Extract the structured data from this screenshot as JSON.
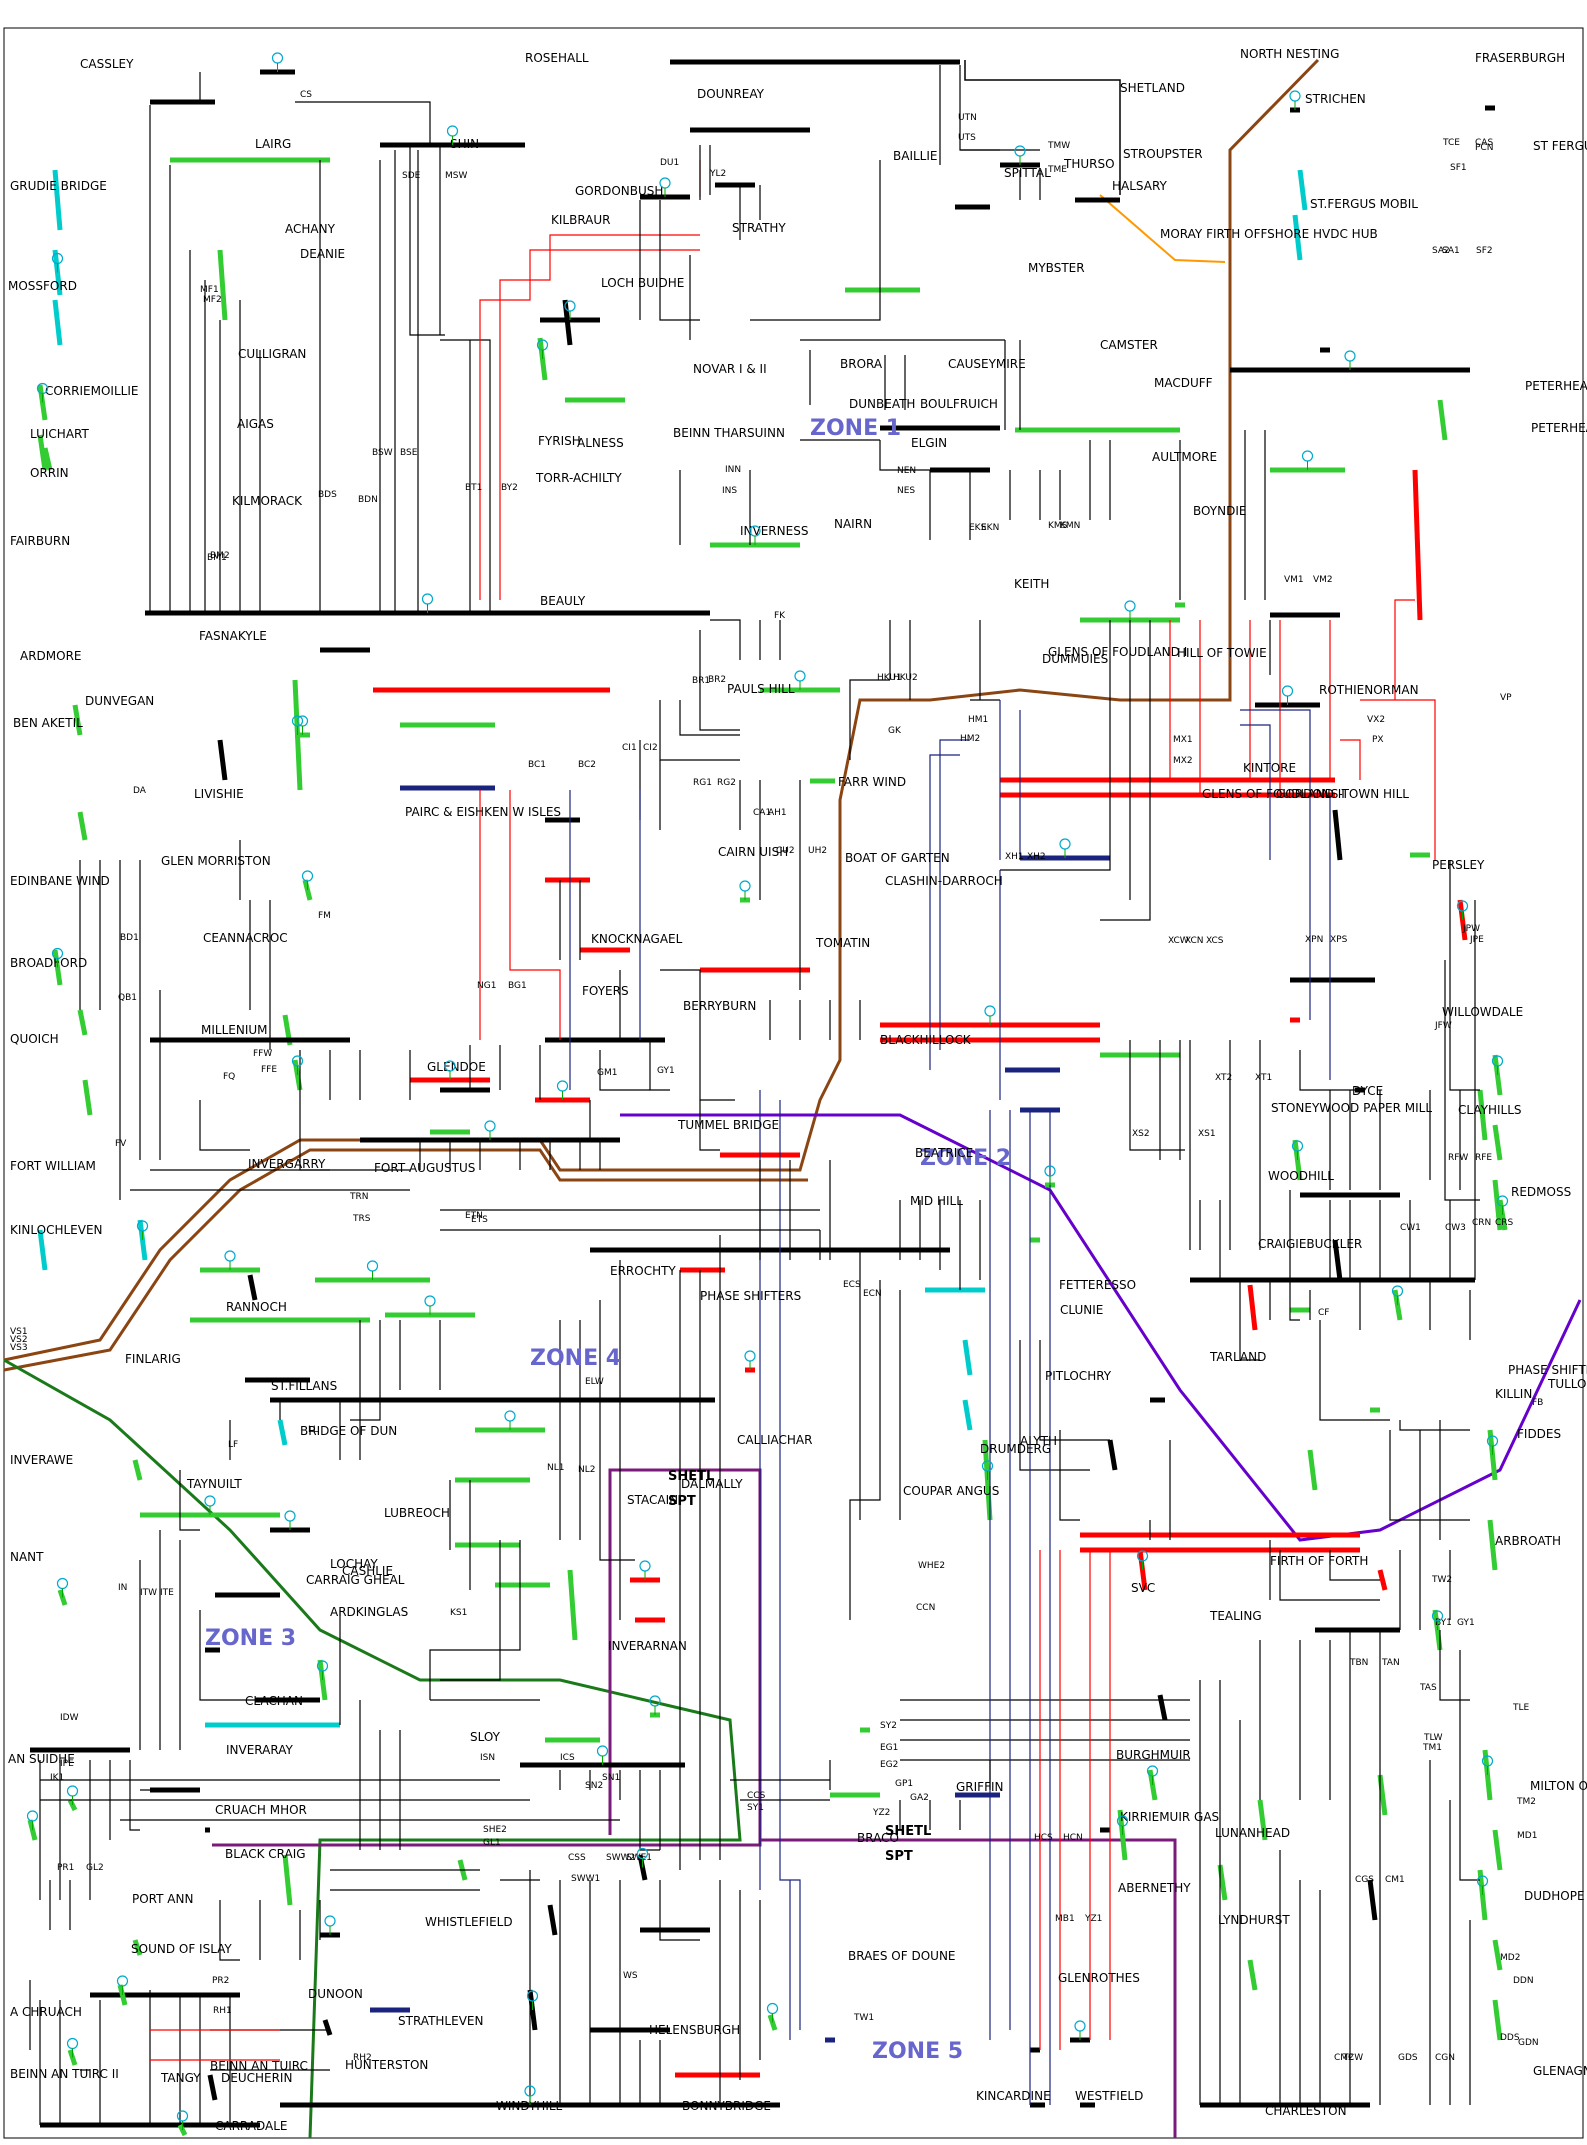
{
  "colors": {
    "bus": "#000000",
    "bus_400kv": "#ff0000",
    "bus_275kv": "#1a237e",
    "bus_generator": "#33cc33",
    "bus_offshore": "#00cccc",
    "zone_1_boundary": "#8b4513",
    "zone_2_boundary": "#6600cc",
    "zone_3_boundary": "#1a7a1a",
    "zone_4_boundary": "#8b4513",
    "zone_5_boundary": "#7a1a7a",
    "hvdc_link": "#ff9900",
    "zone_label": "#6666cc"
  },
  "zones": [
    {
      "label": "ZONE 1"
    },
    {
      "label": "ZONE 2"
    },
    {
      "label": "ZONE 3"
    },
    {
      "label": "ZONE 4"
    },
    {
      "label": "ZONE 5"
    }
  ],
  "substations": [
    {
      "label": "CASSLEY"
    },
    {
      "label": "LAIRG"
    },
    {
      "label": "ACHANY"
    },
    {
      "label": "ROSEHALL"
    },
    {
      "label": "SHIN"
    },
    {
      "label": "DOUNREAY"
    },
    {
      "label": "SHETLAND"
    },
    {
      "label": "NORTH NESTING"
    },
    {
      "label": "FRASERBURGH"
    },
    {
      "label": "THURSO"
    },
    {
      "label": "STROUPSTER"
    },
    {
      "label": "STRICHEN"
    },
    {
      "label": "ST FERGUS GAS"
    },
    {
      "label": "GRUDIE BRIDGE"
    },
    {
      "label": "GORDONBUSH"
    },
    {
      "label": "BAILLIE"
    },
    {
      "label": "SPITTAL"
    },
    {
      "label": "HALSARY"
    },
    {
      "label": "ST.FERGUS MOBIL"
    },
    {
      "label": "KILBRAUR"
    },
    {
      "label": "STRATHY"
    },
    {
      "label": "MORAY FIRTH OFFSHORE HVDC HUB"
    },
    {
      "label": "DEANIE"
    },
    {
      "label": "LOCH BUIDHE"
    },
    {
      "label": "MYBSTER"
    },
    {
      "label": "MOSSFORD"
    },
    {
      "label": "CAMSTER"
    },
    {
      "label": "BRORA"
    },
    {
      "label": "CAUSEYMIRE"
    },
    {
      "label": "CULLIGRAN"
    },
    {
      "label": "CORRIEMOILLIE"
    },
    {
      "label": "PETERHEAD GRANGE"
    },
    {
      "label": "DUNBEATH"
    },
    {
      "label": "BOULFRUICH"
    },
    {
      "label": "NOVAR I & II"
    },
    {
      "label": "LUICHART"
    },
    {
      "label": "AIGAS"
    },
    {
      "label": "FYRISH"
    },
    {
      "label": "ALNESS"
    },
    {
      "label": "BEINN THARSUINN"
    },
    {
      "label": "PETERHEAD"
    },
    {
      "label": "MACDUFF"
    },
    {
      "label": "ELGIN"
    },
    {
      "label": "ORRIN"
    },
    {
      "label": "KILMORACK"
    },
    {
      "label": "TORR-ACHILTY"
    },
    {
      "label": "AULTMORE"
    },
    {
      "label": "BOYNDIE"
    },
    {
      "label": "FAIRBURN"
    },
    {
      "label": "INVERNESS"
    },
    {
      "label": "NAIRN"
    },
    {
      "label": "BEAULY"
    },
    {
      "label": "KEITH"
    },
    {
      "label": "DUMMUIES"
    },
    {
      "label": "GLENS OF FOUDLAND I"
    },
    {
      "label": "HILL OF TOWIE"
    },
    {
      "label": "FASNAKYLE"
    },
    {
      "label": "ARDMORE"
    },
    {
      "label": "PAULS HILL"
    },
    {
      "label": "ROTHIENORMAN"
    },
    {
      "label": "DUNVEGAN"
    },
    {
      "label": "BEN AKETIL"
    },
    {
      "label": "PAIRC & EISHKEN W ISLES"
    },
    {
      "label": "FARR WIND"
    },
    {
      "label": "LIVISHIE"
    },
    {
      "label": "KINTORE"
    },
    {
      "label": "GLEN MORRISTON"
    },
    {
      "label": "CAIRN UISH"
    },
    {
      "label": "BOAT OF GARTEN"
    },
    {
      "label": "GLENS OF FOUDLAND II"
    },
    {
      "label": "GORDONS-TOWN HILL"
    },
    {
      "label": "EDINBANE WIND"
    },
    {
      "label": "PERSLEY"
    },
    {
      "label": "CEANNACROC"
    },
    {
      "label": "KNOCKNAGAEL"
    },
    {
      "label": "TOMATIN"
    },
    {
      "label": "CLASHIN-DARROCH"
    },
    {
      "label": "BROADFORD"
    },
    {
      "label": "FOYERS"
    },
    {
      "label": "MILLENIUM"
    },
    {
      "label": "QUOICH"
    },
    {
      "label": "WILLOWDALE"
    },
    {
      "label": "BERRYBURN"
    },
    {
      "label": "BLACKHILLOCK"
    },
    {
      "label": "DYCE"
    },
    {
      "label": "GLENDOE"
    },
    {
      "label": "CLAYHILLS"
    },
    {
      "label": "STONEYWOOD PAPER MILL"
    },
    {
      "label": "FORT WILLIAM"
    },
    {
      "label": "INVERGARRY"
    },
    {
      "label": "FORT AUGUSTUS"
    },
    {
      "label": "BEATRICE"
    },
    {
      "label": "REDMOSS"
    },
    {
      "label": "TUMMEL BRIDGE"
    },
    {
      "label": "WOODHILL"
    },
    {
      "label": "MID HILL"
    },
    {
      "label": "KINLOCHLEVEN"
    },
    {
      "label": "CRAIGIEBUCKLER"
    },
    {
      "label": "FETTERESSO"
    },
    {
      "label": "ERROCHTY"
    },
    {
      "label": "RANNOCH"
    },
    {
      "label": "PHASE SHIFTERS"
    },
    {
      "label": "CLUNIE"
    },
    {
      "label": "TARLAND"
    },
    {
      "label": "FINLARIG"
    },
    {
      "label": "PITLOCHRY"
    },
    {
      "label": "TULLO"
    },
    {
      "label": "CALLIACHAR"
    },
    {
      "label": "PHASE SHIFTER"
    },
    {
      "label": "ST.FILLANS"
    },
    {
      "label": "KILLIN"
    },
    {
      "label": "BRIDGE OF DUN"
    },
    {
      "label": "FIDDES"
    },
    {
      "label": "INVERAWE"
    },
    {
      "label": "DRUMDERG"
    },
    {
      "label": "ALYTH"
    },
    {
      "label": "TAYNUILT"
    },
    {
      "label": "STACAIN"
    },
    {
      "label": "DALMALLY"
    },
    {
      "label": "LUBREOCH"
    },
    {
      "label": "COUPAR ANGUS"
    },
    {
      "label": "ARBROATH"
    },
    {
      "label": "LOCHAY"
    },
    {
      "label": "NANT"
    },
    {
      "label": "CASHLIE"
    },
    {
      "label": "CARRAIG GHEAL"
    },
    {
      "label": "FIRTH OF FORTH"
    },
    {
      "label": "SVC"
    },
    {
      "label": "TEALING"
    },
    {
      "label": "INVERARNAN"
    },
    {
      "label": "ARDKINGLAS"
    },
    {
      "label": "CLACHAN"
    },
    {
      "label": "INVERARAY"
    },
    {
      "label": "SLOY"
    },
    {
      "label": "MILTON OF CRAIGIE"
    },
    {
      "label": "AN SUIDHE"
    },
    {
      "label": "GRIFFIN"
    },
    {
      "label": "BURGHMUIR"
    },
    {
      "label": "KIRRIEMUIR GAS"
    },
    {
      "label": "LUNANHEAD"
    },
    {
      "label": "BRACO"
    },
    {
      "label": "ABERNETHY"
    },
    {
      "label": "CRUACH MHOR"
    },
    {
      "label": "BRAES OF DOUNE"
    },
    {
      "label": "DUDHOPE"
    },
    {
      "label": "BLACK CRAIG"
    },
    {
      "label": "PORT ANN"
    },
    {
      "label": "LYNDHURST"
    },
    {
      "label": "DUNOON"
    },
    {
      "label": "HELENSBURGH"
    },
    {
      "label": "SOUND OF ISLAY"
    },
    {
      "label": "A CHRUACH"
    },
    {
      "label": "WHISTLEFIELD"
    },
    {
      "label": "GLENROTHES"
    },
    {
      "label": "BEINN AN TUIRC II"
    },
    {
      "label": "HUNTERSTON"
    },
    {
      "label": "STRATHLEVEN"
    },
    {
      "label": "GLENAGNES"
    },
    {
      "label": "TANGY"
    },
    {
      "label": "DEUCHERIN"
    },
    {
      "label": "BEINN AN TUIRC"
    },
    {
      "label": "KINCARDINE"
    },
    {
      "label": "WESTFIELD"
    },
    {
      "label": "WINDYHILL"
    },
    {
      "label": "BONNYBRIDGE"
    },
    {
      "label": "CHARLESTON"
    },
    {
      "label": "CARRADALE"
    }
  ],
  "boundary_labels": [
    {
      "label": "SHETL"
    },
    {
      "label": "SPT"
    },
    {
      "label": "SHETL"
    },
    {
      "label": "SPT"
    }
  ],
  "circuit_labels": [
    {
      "label": "CS"
    },
    {
      "label": "SDE"
    },
    {
      "label": "MSW"
    },
    {
      "label": "BSW"
    },
    {
      "label": "BSE"
    },
    {
      "label": "BDN"
    },
    {
      "label": "BDS"
    },
    {
      "label": "MF1"
    },
    {
      "label": "MF2"
    },
    {
      "label": "BM1"
    },
    {
      "label": "BM2"
    },
    {
      "label": "BT1"
    },
    {
      "label": "BY2"
    },
    {
      "label": "DU1"
    },
    {
      "label": "YL2"
    },
    {
      "label": "UTN"
    },
    {
      "label": "UTS"
    },
    {
      "label": "TMW"
    },
    {
      "label": "TME"
    },
    {
      "label": "INN"
    },
    {
      "label": "INS"
    },
    {
      "label": "NEN"
    },
    {
      "label": "NES"
    },
    {
      "label": "EKS"
    },
    {
      "label": "EKN"
    },
    {
      "label": "KMS"
    },
    {
      "label": "KMN"
    },
    {
      "label": "FK"
    },
    {
      "label": "BR1"
    },
    {
      "label": "BR2"
    },
    {
      "label": "HKU1"
    },
    {
      "label": "HKU2"
    },
    {
      "label": "GK"
    },
    {
      "label": "CI1"
    },
    {
      "label": "CI2"
    },
    {
      "label": "RG1"
    },
    {
      "label": "RG2"
    },
    {
      "label": "BC1"
    },
    {
      "label": "BC2"
    },
    {
      "label": "CA1"
    },
    {
      "label": "AH1"
    },
    {
      "label": "CU2"
    },
    {
      "label": "UH2"
    },
    {
      "label": "NG1"
    },
    {
      "label": "BG1"
    },
    {
      "label": "GY1"
    },
    {
      "label": "GM1"
    },
    {
      "label": "HM1"
    },
    {
      "label": "HM2"
    },
    {
      "label": "MX1"
    },
    {
      "label": "MX2"
    },
    {
      "label": "PX"
    },
    {
      "label": "VX2"
    },
    {
      "label": "VP"
    },
    {
      "label": "VM1"
    },
    {
      "label": "VM2"
    },
    {
      "label": "XH1"
    },
    {
      "label": "XH2"
    },
    {
      "label": "XCW"
    },
    {
      "label": "XCN"
    },
    {
      "label": "XCS"
    },
    {
      "label": "XPN"
    },
    {
      "label": "XPS"
    },
    {
      "label": "XT1"
    },
    {
      "label": "XT2"
    },
    {
      "label": "XS1"
    },
    {
      "label": "XS2"
    },
    {
      "label": "JPW"
    },
    {
      "label": "JPE"
    },
    {
      "label": "JFW"
    },
    {
      "label": "RFW"
    },
    {
      "label": "RFE"
    },
    {
      "label": "CW1"
    },
    {
      "label": "CW3"
    },
    {
      "label": "CRN"
    },
    {
      "label": "CRS"
    },
    {
      "label": "CF"
    },
    {
      "label": "FB"
    },
    {
      "label": "DA"
    },
    {
      "label": "BD1"
    },
    {
      "label": "QB1"
    },
    {
      "label": "FM"
    },
    {
      "label": "FFW"
    },
    {
      "label": "FFE"
    },
    {
      "label": "FQ"
    },
    {
      "label": "FV"
    },
    {
      "label": "TRN"
    },
    {
      "label": "TRS"
    },
    {
      "label": "ETN"
    },
    {
      "label": "ETS"
    },
    {
      "label": "ECS"
    },
    {
      "label": "ECN"
    },
    {
      "label": "ELW"
    },
    {
      "label": "LF"
    },
    {
      "label": "LL"
    },
    {
      "label": "NL1"
    },
    {
      "label": "NL2"
    },
    {
      "label": "IN"
    },
    {
      "label": "ITW"
    },
    {
      "label": "ITE"
    },
    {
      "label": "KS1"
    },
    {
      "label": "IDW"
    },
    {
      "label": "IPE"
    },
    {
      "label": "IK1"
    },
    {
      "label": "ISN"
    },
    {
      "label": "ICS"
    },
    {
      "label": "SN1"
    },
    {
      "label": "SN2"
    },
    {
      "label": "CSS"
    },
    {
      "label": "SWW1"
    },
    {
      "label": "SWW2"
    },
    {
      "label": "SWE1"
    },
    {
      "label": "SHE2"
    },
    {
      "label": "GL1"
    },
    {
      "label": "GL2"
    },
    {
      "label": "PR1"
    },
    {
      "label": "PR2"
    },
    {
      "label": "RH1"
    },
    {
      "label": "RH2"
    },
    {
      "label": "WS"
    },
    {
      "label": "WHE2"
    },
    {
      "label": "CCN"
    },
    {
      "label": "CCS"
    },
    {
      "label": "SY1"
    },
    {
      "label": "SY2"
    },
    {
      "label": "EG1"
    },
    {
      "label": "EG2"
    },
    {
      "label": "GP1"
    },
    {
      "label": "GA2"
    },
    {
      "label": "HCN"
    },
    {
      "label": "HCS"
    },
    {
      "label": "MB1"
    },
    {
      "label": "YZ1"
    },
    {
      "label": "YZ2"
    },
    {
      "label": "TW1"
    },
    {
      "label": "TW2"
    },
    {
      "label": "BY1"
    },
    {
      "label": "GY1"
    },
    {
      "label": "TBN"
    },
    {
      "label": "TAN"
    },
    {
      "label": "TAS"
    },
    {
      "label": "TLW"
    },
    {
      "label": "TLE"
    },
    {
      "label": "TM1"
    },
    {
      "label": "TM2"
    },
    {
      "label": "MD1"
    },
    {
      "label": "MD2"
    },
    {
      "label": "DDN"
    },
    {
      "label": "DDS"
    },
    {
      "label": "GDN"
    },
    {
      "label": "GDS"
    },
    {
      "label": "CGN"
    },
    {
      "label": "CGS"
    },
    {
      "label": "CM1"
    },
    {
      "label": "CM2"
    },
    {
      "label": "TCW"
    },
    {
      "label": "TCE"
    },
    {
      "label": "CAS"
    },
    {
      "label": "PCN"
    },
    {
      "label": "SF1"
    },
    {
      "label": "SF2"
    },
    {
      "label": "SA1"
    },
    {
      "label": "SA2"
    },
    {
      "label": "VS1"
    },
    {
      "label": "VS2"
    },
    {
      "label": "VS3"
    }
  ]
}
